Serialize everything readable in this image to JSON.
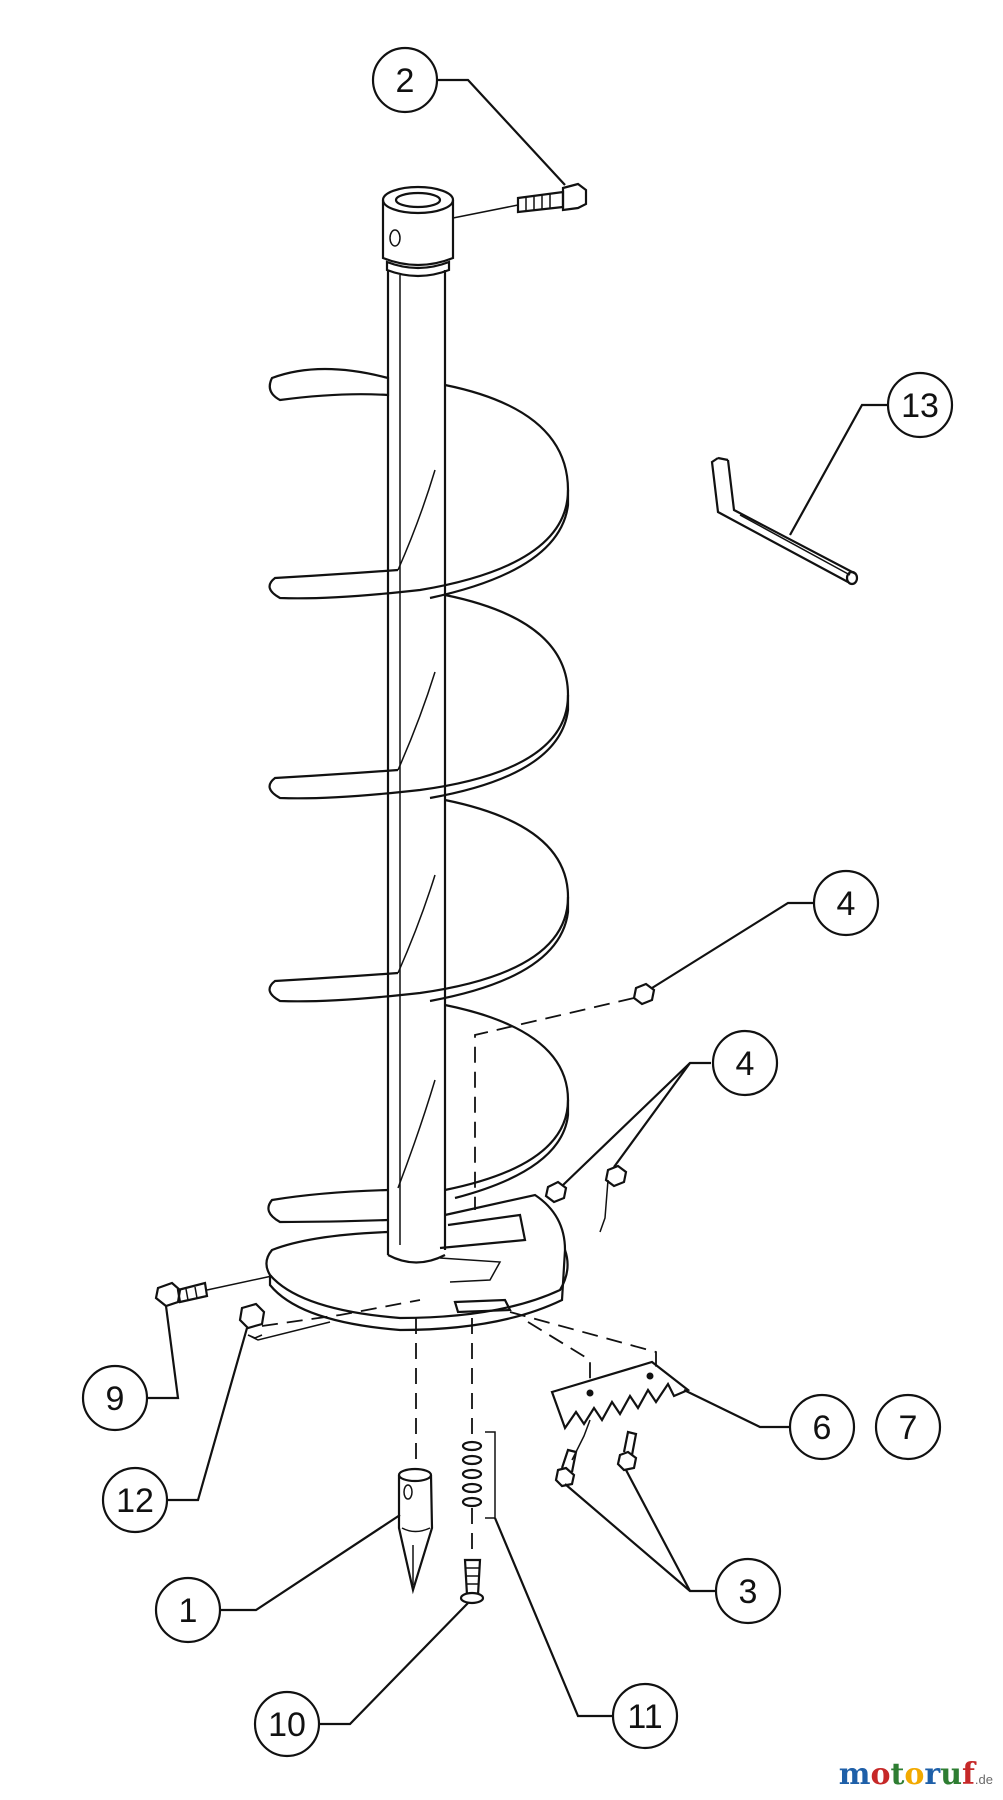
{
  "callouts": {
    "c1": "1",
    "c2": "2",
    "c3": "3",
    "c4a": "4",
    "c4b": "4",
    "c6": "6",
    "c7": "7",
    "c9": "9",
    "c10": "10",
    "c11": "11",
    "c12": "12",
    "c13": "13"
  },
  "watermark": {
    "parts": [
      "m",
      "o",
      "t",
      "o",
      "r",
      "u",
      "f"
    ],
    "colors": [
      "#1e5fa8",
      "#c62828",
      "#2e7d32",
      "#f2a900",
      "#1e5fa8",
      "#2e7d32",
      "#c62828"
    ],
    "tld": ".de"
  }
}
